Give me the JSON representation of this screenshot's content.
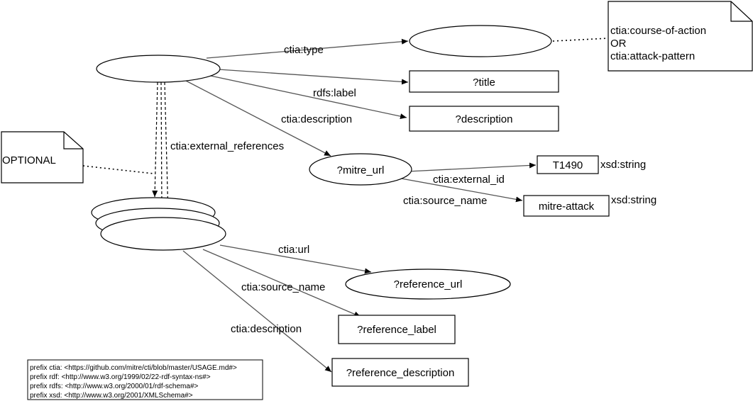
{
  "nodes": {
    "type_node": "",
    "subject_node": "",
    "title": "?title",
    "description": "?description",
    "mitre_url": "?mitre_url",
    "t1490": "T1490",
    "mitre_attack": "mitre-attack",
    "ref_node": "",
    "reference_url": "?reference_url",
    "reference_label": "?reference_label",
    "reference_description": "?reference_description"
  },
  "datatypes": {
    "t1490_type": "xsd:string",
    "mitre_attack_type": "xsd:string"
  },
  "edges": {
    "type": "ctia:type",
    "label": "rdfs:label",
    "description": "ctia:description",
    "external_references": "ctia:external_references",
    "external_id": "ctia:external_id",
    "source_name": "ctia:source_name",
    "ref_url": "ctia:url",
    "ref_source_name": "ctia:source_name",
    "ref_description": "ctia:description"
  },
  "notes": {
    "type_note": [
      "ctia:course-of-action",
      "OR",
      "ctia:attack-pattern"
    ],
    "optional_note": "OPTIONAL"
  },
  "prefixes": [
    "prefix ctia: <https://github.com/mitre/cti/blob/master/USAGE.md#>",
    "prefix rdf:  <http://www.w3.org/1999/02/22-rdf-syntax-ns#>",
    "prefix rdfs:  <http://www.w3.org/2000/01/rdf-schema#>",
    "prefix xsd:  <http://www.w3.org/2001/XMLSchema#>"
  ]
}
